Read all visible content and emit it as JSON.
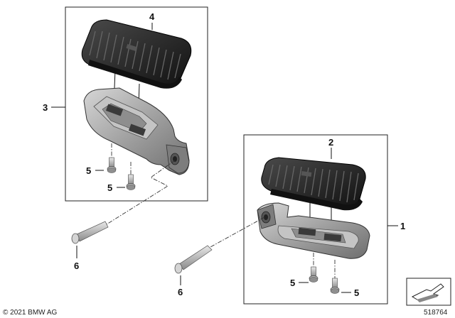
{
  "callouts": {
    "c1": "1",
    "c2": "2",
    "c3": "3",
    "c4": "4",
    "c5a": "5",
    "c5b": "5",
    "c5c": "5",
    "c5d": "5",
    "c6a": "6",
    "c6b": "6"
  },
  "footer": {
    "copyright": "© 2021 BMW AG",
    "diagram_number": "518764"
  },
  "colors": {
    "rubber": "#2a2a2a",
    "metal": "#9a9a9a",
    "metal_light": "#c9c9c9",
    "bolt": "#bdbdbd"
  }
}
